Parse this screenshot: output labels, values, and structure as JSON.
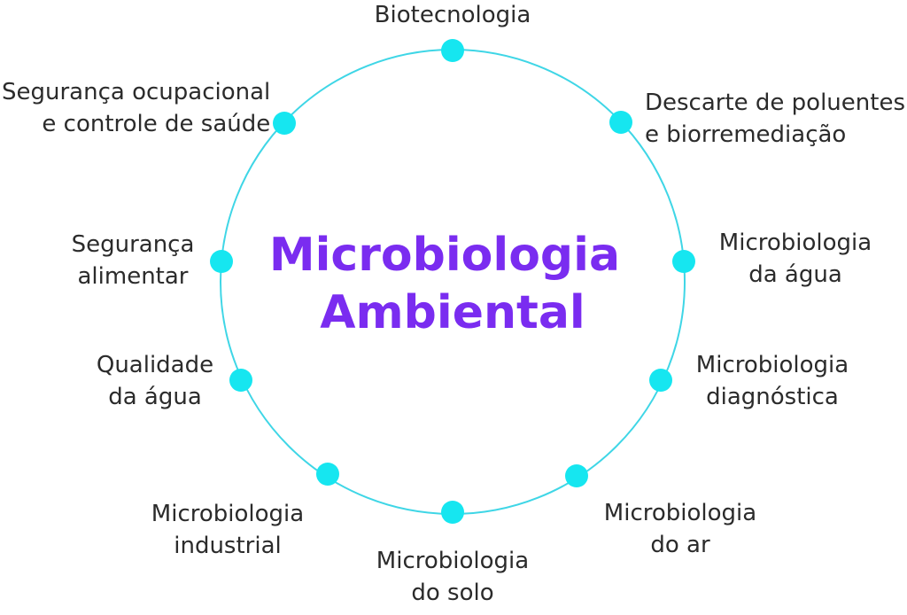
{
  "colors": {
    "ring": "#3fd6e6",
    "node": "#16e6f0",
    "title": "#7a2cf0",
    "label": "#2b2b2b"
  },
  "center": {
    "line1": "Microbiologia",
    "line2": "Ambiental"
  },
  "topics": [
    {
      "id": "biotecnologia",
      "lines": [
        "Biotecnologia"
      ]
    },
    {
      "id": "descarte-de-poluentes",
      "lines": [
        "Descarte de poluentes",
        "e biorremediação"
      ]
    },
    {
      "id": "microbiologia-da-agua",
      "lines": [
        "Microbiologia",
        "da água"
      ]
    },
    {
      "id": "microbiologia-diagnostica",
      "lines": [
        "Microbiologia",
        "diagnóstica"
      ]
    },
    {
      "id": "microbiologia-do-ar",
      "lines": [
        "Microbiologia",
        "do ar"
      ]
    },
    {
      "id": "microbiologia-do-solo",
      "lines": [
        "Microbiologia",
        "do solo"
      ]
    },
    {
      "id": "microbiologia-industrial",
      "lines": [
        "Microbiologia",
        "industrial"
      ]
    },
    {
      "id": "qualidade-da-agua",
      "lines": [
        "Qualidade",
        "da água"
      ]
    },
    {
      "id": "seguranca-alimentar",
      "lines": [
        "Segurança",
        "alimentar"
      ]
    },
    {
      "id": "seguranca-ocupacional",
      "lines": [
        "Segurança ocupacional",
        "e controle de saúde"
      ]
    }
  ]
}
